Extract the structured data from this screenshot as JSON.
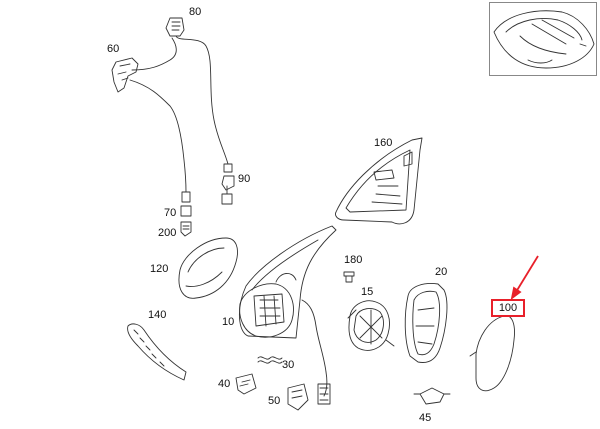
{
  "labels": {
    "p80": "80",
    "p60": "60",
    "p160": "160",
    "p90": "90",
    "p70": "70",
    "p200": "200",
    "p120": "120",
    "p180": "180",
    "p20": "20",
    "p15": "15",
    "p140": "140",
    "p10": "10",
    "p30": "30",
    "p40": "40",
    "p50": "50",
    "p45": "45",
    "p100": "100"
  },
  "highlight": {
    "part": "100",
    "color": "#e8202a"
  },
  "colors": {
    "line": "#333333",
    "accent": "#e8202a"
  }
}
